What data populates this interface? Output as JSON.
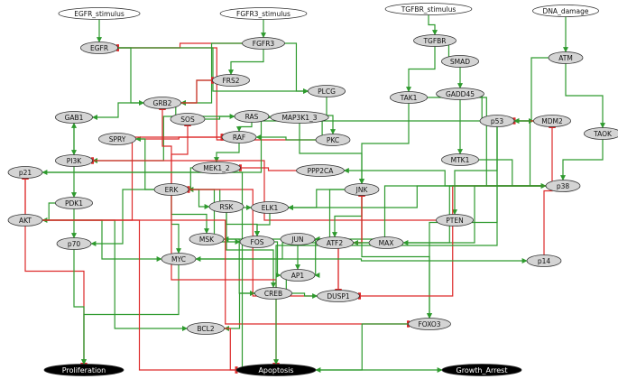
{
  "colors": {
    "activation": "#2e9a2e",
    "inhibition": "#dd2a2a",
    "node_fill": "#d4d4d4",
    "node_stroke": "#333333",
    "input_fill": "#ffffff",
    "output_fill": "#000000",
    "output_text": "#ffffff"
  },
  "inputs": [
    "EGFR_stimulus",
    "FGFR3_stimulus",
    "TGFBR_stimulus",
    "DNA_damage"
  ],
  "outputs": [
    "Proliferation",
    "Apoptosis",
    "Growth_Arrest"
  ],
  "nodes": [
    "EGFR",
    "FGFR3",
    "TGFBR",
    "SMAD",
    "GADD45",
    "ATM",
    "FRS2",
    "GRB2",
    "PLCG",
    "TAK1",
    "p53",
    "MDM2",
    "TAOK",
    "GAB1",
    "SOS",
    "RAS",
    "MAP3K1_3",
    "SPRY",
    "RAF",
    "PKC",
    "PI3K",
    "p21",
    "MEK1_2",
    "PPP2CA",
    "MTK1",
    "p38",
    "ERK",
    "JNK",
    "ELK1",
    "PDK1",
    "RSK",
    "AKT",
    "PTEN",
    "MSK",
    "JUN",
    "FOS",
    "ATF2",
    "MAX",
    "p70",
    "MYC",
    "p14",
    "AP1",
    "CREB",
    "DUSP1",
    "BCL2",
    "FOXO3"
  ],
  "edges": [
    {
      "from": "EGFR_stimulus",
      "to": "EGFR",
      "type": "act"
    },
    {
      "from": "FGFR3_stimulus",
      "to": "FGFR3",
      "type": "act"
    },
    {
      "from": "TGFBR_stimulus",
      "to": "TGFBR",
      "type": "act"
    },
    {
      "from": "DNA_damage",
      "to": "ATM",
      "type": "act"
    },
    {
      "from": "FGFR3",
      "to": "EGFR",
      "type": "inh"
    },
    {
      "from": "PKC",
      "to": "EGFR",
      "type": "inh"
    },
    {
      "from": "EGFR",
      "to": "GRB2",
      "type": "act"
    },
    {
      "from": "EGFR",
      "to": "PLCG",
      "type": "act"
    },
    {
      "from": "FGFR3",
      "to": "GRB2",
      "type": "act"
    },
    {
      "from": "FGFR3",
      "to": "PLCG",
      "type": "act"
    },
    {
      "from": "FGFR3",
      "to": "FRS2",
      "type": "act"
    },
    {
      "from": "FRS2",
      "to": "GRB2",
      "type": "act"
    },
    {
      "from": "GRB2",
      "to": "FRS2",
      "type": "inh"
    },
    {
      "from": "GRB2",
      "to": "GAB1",
      "type": "act"
    },
    {
      "from": "GRB2",
      "to": "SOS",
      "type": "act"
    },
    {
      "from": "SOS",
      "to": "RAS",
      "type": "act"
    },
    {
      "from": "PLCG",
      "to": "PKC",
      "type": "act"
    },
    {
      "from": "PKC",
      "to": "RAF",
      "type": "act"
    },
    {
      "from": "PKC",
      "to": "MAP3K1_3",
      "type": "act"
    },
    {
      "from": "RAS",
      "to": "RAF",
      "type": "act"
    },
    {
      "from": "RAS",
      "to": "MAP3K1_3",
      "type": "act"
    },
    {
      "from": "RAS",
      "to": "PI3K",
      "type": "act"
    },
    {
      "from": "SPRY",
      "to": "RAF",
      "type": "inh"
    },
    {
      "from": "ERK",
      "to": "SPRY",
      "type": "act"
    },
    {
      "from": "ERK",
      "to": "GRB2",
      "type": "inh"
    },
    {
      "from": "ERK",
      "to": "SOS",
      "type": "inh"
    },
    {
      "from": "RAF",
      "to": "MEK1_2",
      "type": "act"
    },
    {
      "from": "MEK1_2",
      "to": "ERK",
      "type": "act"
    },
    {
      "from": "PPP2CA",
      "to": "MEK1_2",
      "type": "inh"
    },
    {
      "from": "AKT",
      "to": "RAF",
      "type": "inh"
    },
    {
      "from": "GAB1",
      "to": "PI3K",
      "type": "act"
    },
    {
      "from": "PI3K",
      "to": "GAB1",
      "type": "act"
    },
    {
      "from": "PI3K",
      "to": "PDK1",
      "type": "act"
    },
    {
      "from": "PDK1",
      "to": "AKT",
      "type": "act"
    },
    {
      "from": "PDK1",
      "to": "p70",
      "type": "act"
    },
    {
      "from": "PTEN",
      "to": "PI3K",
      "type": "inh"
    },
    {
      "from": "AKT",
      "to": "p21",
      "type": "inh"
    },
    {
      "from": "ERK",
      "to": "RSK",
      "type": "act"
    },
    {
      "from": "ERK",
      "to": "MSK",
      "type": "act"
    },
    {
      "from": "ERK",
      "to": "ELK1",
      "type": "act"
    },
    {
      "from": "ERK",
      "to": "p70",
      "type": "act"
    },
    {
      "from": "ERK",
      "to": "MYC",
      "type": "act"
    },
    {
      "from": "ERK",
      "to": "FOS",
      "type": "act"
    },
    {
      "from": "RSK",
      "to": "FOS",
      "type": "act"
    },
    {
      "from": "RSK",
      "to": "CREB",
      "type": "act"
    },
    {
      "from": "MSK",
      "to": "CREB",
      "type": "act"
    },
    {
      "from": "ELK1",
      "to": "FOS",
      "type": "act"
    },
    {
      "from": "TGFBR",
      "to": "SMAD",
      "type": "act"
    },
    {
      "from": "TGFBR",
      "to": "TAK1",
      "type": "act"
    },
    {
      "from": "SMAD",
      "to": "GADD45",
      "type": "act"
    },
    {
      "from": "GADD45",
      "to": "MTK1",
      "type": "act"
    },
    {
      "from": "ATM",
      "to": "p53",
      "type": "act"
    },
    {
      "from": "ATM",
      "to": "TAOK",
      "type": "act"
    },
    {
      "from": "p53",
      "to": "MDM2",
      "type": "act"
    },
    {
      "from": "MDM2",
      "to": "p53",
      "type": "inh"
    },
    {
      "from": "p53",
      "to": "GADD45",
      "type": "act"
    },
    {
      "from": "p53",
      "to": "p21",
      "type": "act"
    },
    {
      "from": "p53",
      "to": "PTEN",
      "type": "act"
    },
    {
      "from": "p53",
      "to": "FOXO3",
      "type": "act"
    },
    {
      "from": "p14",
      "to": "MDM2",
      "type": "inh"
    },
    {
      "from": "TAK1",
      "to": "JNK",
      "type": "act"
    },
    {
      "from": "TAK1",
      "to": "p38",
      "type": "act"
    },
    {
      "from": "TAOK",
      "to": "p38",
      "type": "act"
    },
    {
      "from": "MTK1",
      "to": "p38",
      "type": "act"
    },
    {
      "from": "MAP3K1_3",
      "to": "JNK",
      "type": "act"
    },
    {
      "from": "JNK",
      "to": "JUN",
      "type": "act"
    },
    {
      "from": "JNK",
      "to": "ATF2",
      "type": "act"
    },
    {
      "from": "JNK",
      "to": "FOXO3",
      "type": "act"
    },
    {
      "from": "JNK",
      "to": "ELK1",
      "type": "act"
    },
    {
      "from": "JNK",
      "to": "DUSP1",
      "type": "inh"
    },
    {
      "from": "p38",
      "to": "ATF2",
      "type": "act"
    },
    {
      "from": "p38",
      "to": "ELK1",
      "type": "act"
    },
    {
      "from": "p38",
      "to": "MSK",
      "type": "act"
    },
    {
      "from": "p38",
      "to": "MAX",
      "type": "act"
    },
    {
      "from": "p38",
      "to": "p53",
      "type": "act"
    },
    {
      "from": "p38",
      "to": "DUSP1",
      "type": "inh"
    },
    {
      "from": "p38",
      "to": "PPP2CA",
      "type": "act"
    },
    {
      "from": "DUSP1",
      "to": "ERK",
      "type": "inh"
    },
    {
      "from": "DUSP1",
      "to": "JNK",
      "type": "inh"
    },
    {
      "from": "JUN",
      "to": "AP1",
      "type": "act"
    },
    {
      "from": "FOS",
      "to": "AP1",
      "type": "act"
    },
    {
      "from": "ATF2",
      "to": "AP1",
      "type": "act"
    },
    {
      "from": "ATF2",
      "to": "JUN",
      "type": "act"
    },
    {
      "from": "MAX",
      "to": "MYC",
      "type": "act"
    },
    {
      "from": "MYC",
      "to": "p14",
      "type": "act"
    },
    {
      "from": "CREB",
      "to": "AP1",
      "type": "act"
    },
    {
      "from": "CREB",
      "to": "BCL2",
      "type": "act"
    },
    {
      "from": "CREB",
      "to": "DUSP1",
      "type": "act"
    },
    {
      "from": "AKT",
      "to": "MYC",
      "type": "act"
    },
    {
      "from": "AKT",
      "to": "BCL2",
      "type": "act"
    },
    {
      "from": "AKT",
      "to": "FOXO3",
      "type": "inh"
    },
    {
      "from": "p21",
      "to": "Proliferation",
      "type": "inh"
    },
    {
      "from": "p70",
      "to": "Proliferation",
      "type": "act"
    },
    {
      "from": "MYC",
      "to": "Proliferation",
      "type": "act"
    },
    {
      "from": "AKT",
      "to": "Apoptosis",
      "type": "inh"
    },
    {
      "from": "ERK",
      "to": "Apoptosis",
      "type": "inh"
    },
    {
      "from": "BCL2",
      "to": "Apoptosis",
      "type": "inh"
    },
    {
      "from": "FOXO3",
      "to": "Apoptosis",
      "type": "act"
    },
    {
      "from": "p53",
      "to": "Apoptosis",
      "type": "act"
    },
    {
      "from": "p21",
      "to": "Growth_Arrest",
      "type": "act"
    }
  ]
}
